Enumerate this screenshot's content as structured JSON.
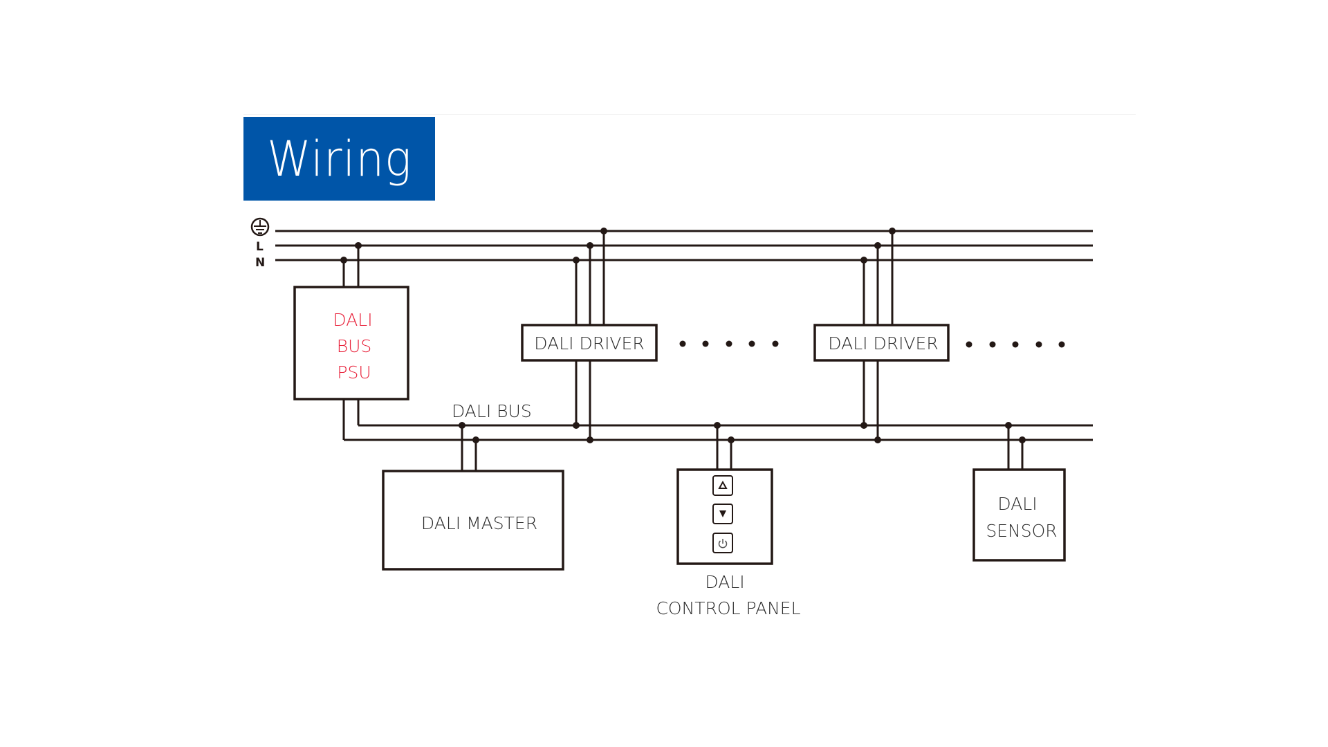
{
  "title": "Wiring",
  "rails": {
    "earth_symbol": "protective-earth-icon",
    "live_label": "L",
    "neutral_label": "N"
  },
  "components": {
    "psu": {
      "lines": [
        "DALI",
        "BUS",
        "PSU"
      ],
      "color": "#e8213a"
    },
    "driver_1": {
      "label": "DALI DRIVER"
    },
    "driver_2": {
      "label": "DALI DRIVER"
    },
    "master": {
      "label": "DALI MASTER"
    },
    "control_panel": {
      "lines": [
        "DALI",
        "CONTROL PANEL"
      ],
      "buttons": [
        "up-triangle-icon",
        "down-triangle-icon",
        "power-icon"
      ]
    },
    "sensor": {
      "lines": [
        "DALI",
        "SENSOR"
      ]
    }
  },
  "bus_label": "DALI BUS",
  "continuation": {
    "dot_count": 5
  },
  "colors": {
    "title_bg": "#0055A8",
    "wire": "#231815",
    "psu_text": "#e8213a"
  }
}
